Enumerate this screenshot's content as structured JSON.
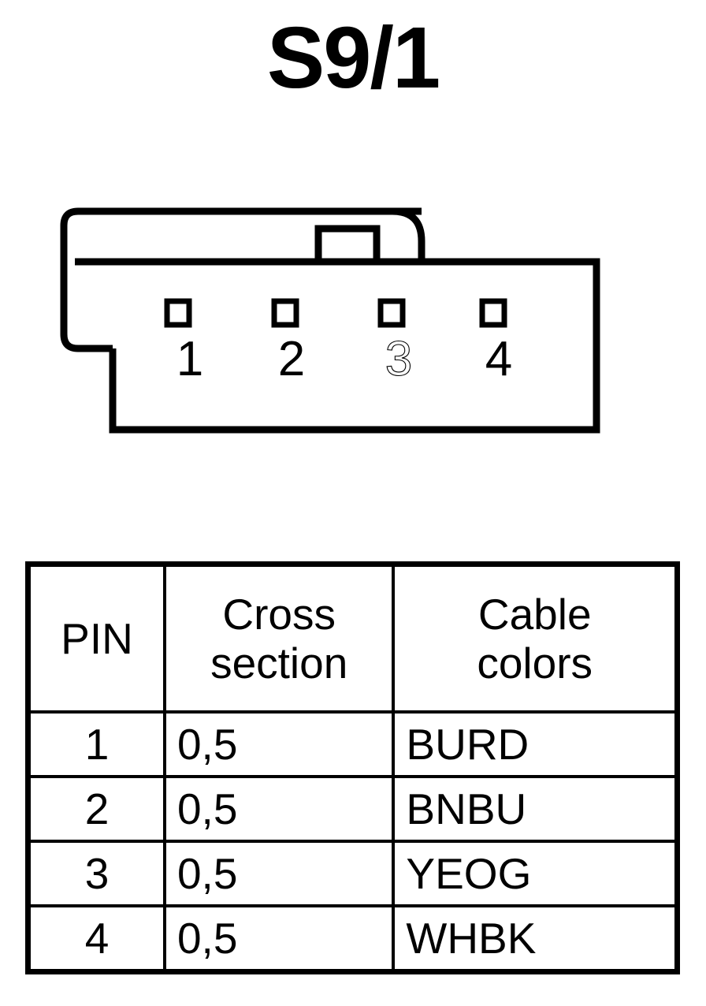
{
  "title": "S9/1",
  "connector": {
    "name": "4-way connector housing",
    "pin_count": 4,
    "pins": [
      {
        "number": "1",
        "style": "solid"
      },
      {
        "number": "2",
        "style": "solid"
      },
      {
        "number": "3",
        "style": "outline"
      },
      {
        "number": "4",
        "style": "solid"
      }
    ]
  },
  "table": {
    "headers": [
      "PIN",
      "Cross\nsection",
      "Cable\ncolors"
    ],
    "rows": [
      {
        "pin": "1",
        "cross_section": "0,5",
        "cable_colors": "BURD"
      },
      {
        "pin": "2",
        "cross_section": "0,5",
        "cable_colors": "BNBU"
      },
      {
        "pin": "3",
        "cross_section": "0,5",
        "cable_colors": "YEOG"
      },
      {
        "pin": "4",
        "cross_section": "0,5",
        "cable_colors": "WHBK"
      }
    ]
  },
  "colors": {
    "ink": "#000000",
    "background": "#ffffff"
  }
}
